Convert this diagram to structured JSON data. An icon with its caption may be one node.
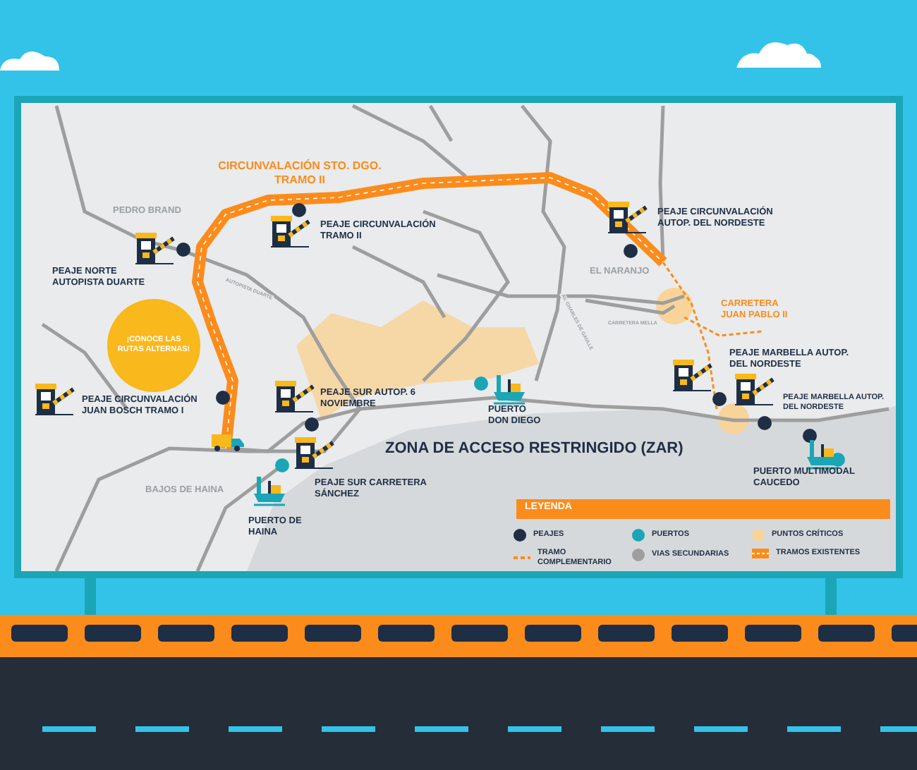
{
  "diagram": {
    "nodes": [
      {
        "text": [
          "¡CONOCE LAS RUTAS ALTERNAS!"
        ]
      }
    ],
    "labels": [
      "CIRCUNVALACIÓN STO. DGO. TRAMO II",
      "PEDRO BRAND",
      "PEAJE CIRCUNVALACIÓN TRAMO II",
      "PEAJE NORTE AUTOPISTA DUARTE",
      "AUTOPISTA DUARTE",
      "PEAJE CIRCUNVALACIÓN AUTOP. DEL NORDESTE",
      "EL NARANJO",
      "AV. CHARLES DE GAULLE",
      "CARRETERA MELLA",
      "CARRETERA JUAN PABLO II",
      "PEAJE MARBELLA AUTOP. DEL NORDESTE",
      "PEAJE MARBELLA AUTOP. DEL NORDESTE",
      "PEAJE CIRCUNVALACIÓN JUAN BOSCH TRAMO I",
      "PEAJE SUR AUTOP. 6 NOVIEMBRE",
      "PUERTO DON DIEGO",
      "ZONA DE ACCESO RESTRINGIDO (ZAR)",
      "BAJOS DE HAINA",
      "PEAJE SUR CARRETERA SÁNCHEZ",
      "PUERTO DE HAINA",
      "PUERTO MULTIMODAL CAUCEDO",
      "LEYENDA"
    ],
    "legend": [
      {
        "text": "PEAJES",
        "color": "#1e2e45"
      },
      {
        "text": "PUERTOS",
        "color": "#1aa6b7"
      },
      {
        "text": "PUNTOS CRÍTICOS",
        "color": "#f8d49a"
      },
      {
        "text": "TRAMO COMPLEMENTARIO"
      },
      {
        "text": "VIAS SECUNDARIAS",
        "color": "#9e9e9e"
      },
      {
        "text": "TRAMOS EXISTENTES"
      }
    ]
  }
}
